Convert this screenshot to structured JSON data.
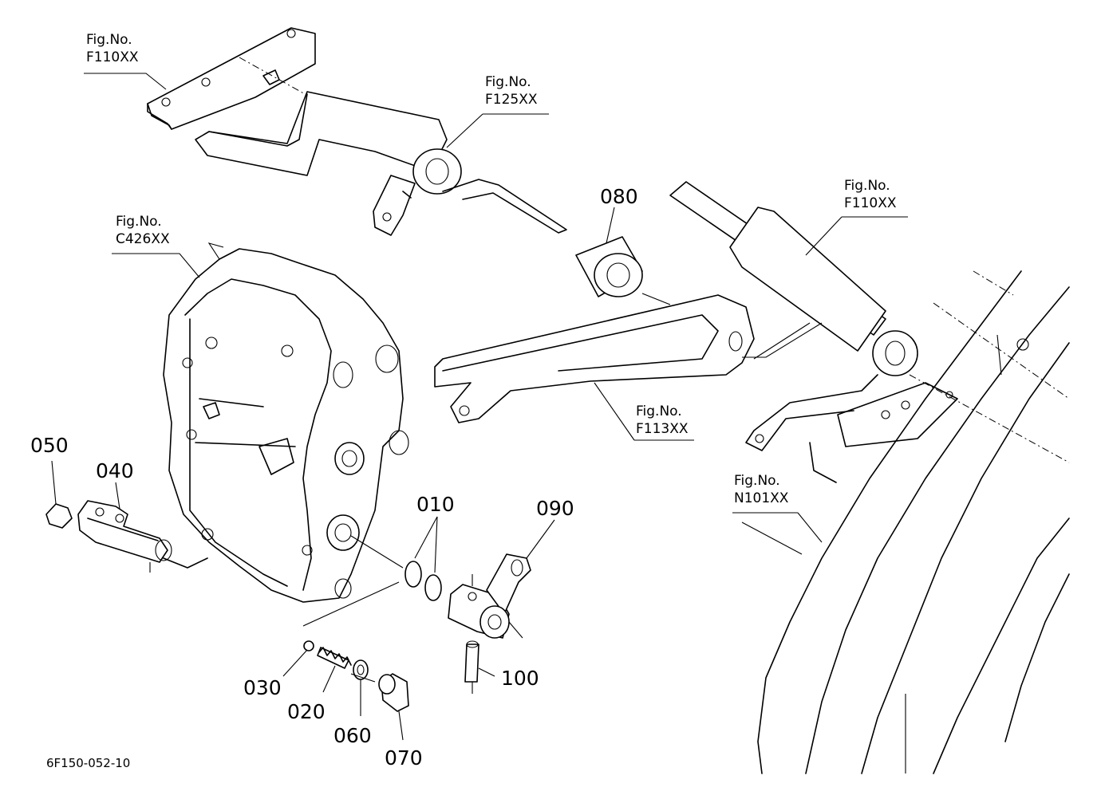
{
  "drawing_code": "6F150-052-10",
  "references": [
    {
      "id": "ref-f110-top",
      "line1": "Fig.No.",
      "line2": "F110XX"
    },
    {
      "id": "ref-f125",
      "line1": "Fig.No.",
      "line2": "F125XX"
    },
    {
      "id": "ref-c426",
      "line1": "Fig.No.",
      "line2": "C426XX"
    },
    {
      "id": "ref-f110-right",
      "line1": "Fig.No.",
      "line2": "F110XX"
    },
    {
      "id": "ref-f113",
      "line1": "Fig.No.",
      "line2": "F113XX"
    },
    {
      "id": "ref-n101",
      "line1": "Fig.No.",
      "line2": "N101XX"
    }
  ],
  "parts": {
    "p010": "010",
    "p020": "020",
    "p030": "030",
    "p040": "040",
    "p050": "050",
    "p060": "060",
    "p070": "070",
    "p080": "080",
    "p090": "090",
    "p100": "100"
  }
}
